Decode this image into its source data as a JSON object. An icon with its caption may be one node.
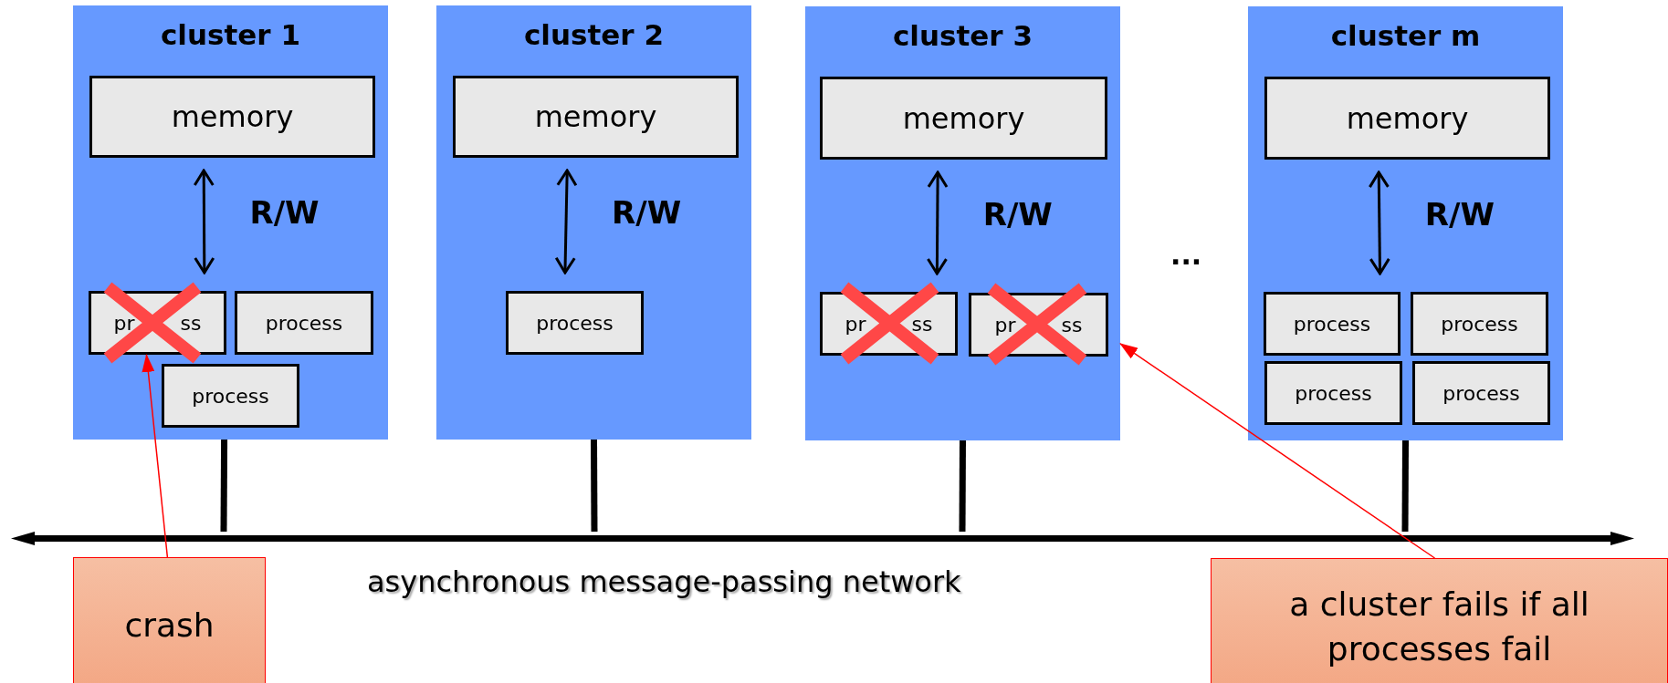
{
  "diagram": {
    "nodes": [
      {
        "text": [
          "cluster 1"
        ]
      },
      {
        "text": [
          "memory"
        ],
        "in": 0
      },
      {
        "text": [
          "pr",
          "ss"
        ],
        "in": 0
      },
      {
        "text": [
          "process"
        ],
        "in": 0
      },
      {
        "text": [
          "process"
        ],
        "in": 0
      },
      {
        "text": [
          "cluster 2"
        ]
      },
      {
        "text": [
          "memory"
        ],
        "in": 5
      },
      {
        "text": [
          "process"
        ],
        "in": 5
      },
      {
        "text": [
          "cluster 3"
        ]
      },
      {
        "text": [
          "memory"
        ],
        "in": 8
      },
      {
        "text": [
          "pr",
          "ss"
        ],
        "in": 8
      },
      {
        "text": [
          "pr",
          "ss"
        ],
        "in": 8
      },
      {
        "text": [
          "cluster m"
        ]
      },
      {
        "text": [
          "memory"
        ],
        "in": 12
      },
      {
        "text": [
          "process"
        ],
        "in": 12
      },
      {
        "text": [
          "process"
        ],
        "in": 12
      },
      {
        "text": [
          "process"
        ],
        "in": 12
      },
      {
        "text": [
          "process"
        ],
        "in": 12
      },
      {
        "text": [
          "asynchronous message-passing network"
        ]
      },
      {
        "text": [
          "crash"
        ]
      },
      {
        "text": [
          "a cluster fails if all processes fail"
        ]
      }
    ],
    "edges": [
      {
        "from": 1,
        "to": 2,
        "arrow": "both",
        "label": "R/W"
      },
      {
        "from": 6,
        "to": 7,
        "arrow": "both",
        "label": "R/W"
      },
      {
        "from": 9,
        "to": 10,
        "arrow": "both",
        "label": "R/W"
      },
      {
        "from": 13,
        "to": 14,
        "arrow": "both",
        "label": "R/W"
      },
      {
        "from": 0,
        "to": 18,
        "arrow": "none",
        "style": "thick"
      },
      {
        "from": 5,
        "to": 18,
        "arrow": "none",
        "style": "thick"
      },
      {
        "from": 8,
        "to": 18,
        "arrow": "none",
        "style": "thick"
      },
      {
        "from": 12,
        "to": 18,
        "arrow": "none",
        "style": "thick"
      },
      {
        "from": 19,
        "to": 2,
        "arrow": "to",
        "color": "#ff0000"
      },
      {
        "from": 20,
        "to": 8,
        "arrow": "to",
        "color": "#ff0000"
      }
    ],
    "labels": [
      "..."
    ]
  }
}
